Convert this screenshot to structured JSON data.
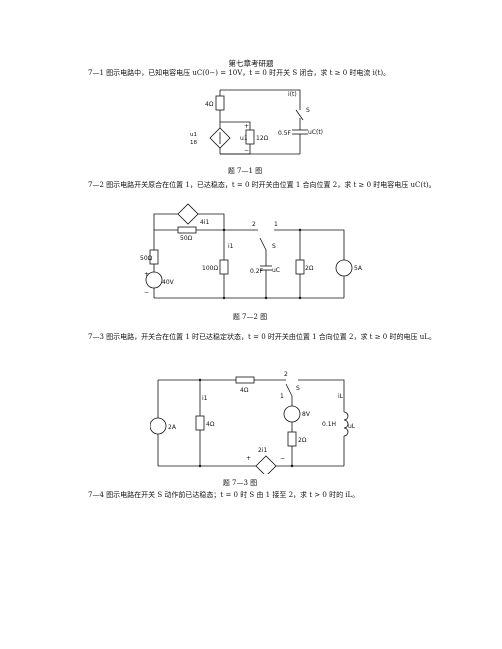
{
  "title": "第七章考研题",
  "problems": [
    {
      "num": "7—1",
      "text": "图示电路中，已知电容电压 uC(0−) = 10V，t = 0 时开关 S 闭合，求 t ≥ 0 时电流 i(t)。"
    },
    {
      "num": "7—2",
      "text": "图示电路开关原合在位置 1，已达稳态，t = 0 时开关由位置 1 合向位置 2，求 t ≥ 0 时电容电压 uC(t)。"
    },
    {
      "num": "7—3",
      "text": "图示电路，开关合在位置 1 时已达稳定状态，t = 0 时开关由位置 1 合向位置 2，求 t ≥ 0 时的电压 uL。"
    },
    {
      "num": "7—4",
      "text": "图示电路在开关 S 动作前已达稳态；t = 0 时 S 由 1 接至 2，求 t > 0 时的 iL。"
    }
  ],
  "captions": [
    "题 7—1 图",
    "题 7—2 图",
    "题 7—3 图"
  ],
  "fig1": {
    "r1": "4Ω",
    "r2": "12Ω",
    "cap": "0.5F",
    "uc": "uC(t)",
    "i": "i(t)",
    "sw": "S",
    "u1": "u1",
    "src_num": "u1",
    "src_den": "18",
    "plus": "+",
    "minus": "−"
  },
  "fig2": {
    "r1": "50Ω",
    "r2": "50Ω",
    "r3": "100Ω",
    "r4": "2Ω",
    "cap": "0.2F",
    "vs": "40V",
    "is": "5A",
    "dep": "4i1",
    "i1": "i1",
    "uc": "uC",
    "p1": "1",
    "p2": "2",
    "sw": "S",
    "plus": "+",
    "minus": "−"
  },
  "fig3": {
    "r1": "4Ω",
    "r2": "4Ω",
    "r3": "2Ω",
    "is": "2A",
    "vs": "8V",
    "ind": "0.1H",
    "dep": "2i1",
    "i1": "i1",
    "il": "iL",
    "ul": "uL",
    "p1": "1",
    "p2": "2",
    "sw": "S",
    "plus": "+",
    "minus": "−"
  }
}
